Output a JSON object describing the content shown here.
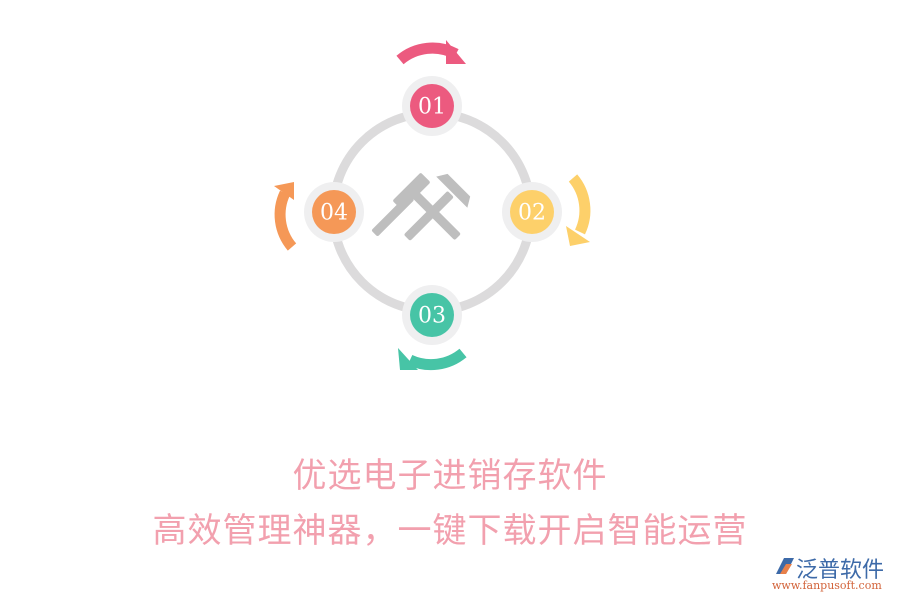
{
  "diagram": {
    "center_icon": "hammer-pick-crossed-icon",
    "ring_color": "#dcdbdc",
    "steps": [
      {
        "label": "01",
        "color": "#ec5a7f",
        "arrow": "clockwise-arrow-top"
      },
      {
        "label": "02",
        "color": "#fdd06a",
        "arrow": "clockwise-arrow-right"
      },
      {
        "label": "03",
        "color": "#47c4a6",
        "arrow": "clockwise-arrow-bottom"
      },
      {
        "label": "04",
        "color": "#f59857",
        "arrow": "clockwise-arrow-left"
      }
    ]
  },
  "headline": {
    "line1": "优选电子进销存软件",
    "line2": "高效管理神器，一键下载开启智能运营",
    "color": "#f2a0ae"
  },
  "logo": {
    "name": "泛普软件",
    "url": "www.fanpusoft.com"
  }
}
